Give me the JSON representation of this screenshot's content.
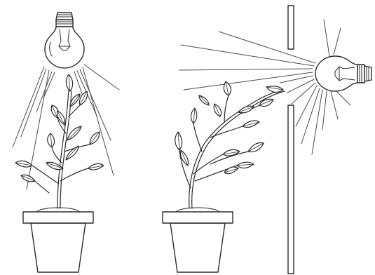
{
  "figure": {
    "scenes": [
      {
        "id": "light-above",
        "light_source": "bulb-above",
        "plant_growth": "upright"
      },
      {
        "id": "light-side",
        "light_source": "bulb-behind-slit-wall",
        "plant_growth": "bending-toward-light"
      }
    ]
  },
  "palette": {
    "stroke": "#2b2b2b",
    "ray": "#4b4b4b",
    "background": "#ffffff"
  }
}
